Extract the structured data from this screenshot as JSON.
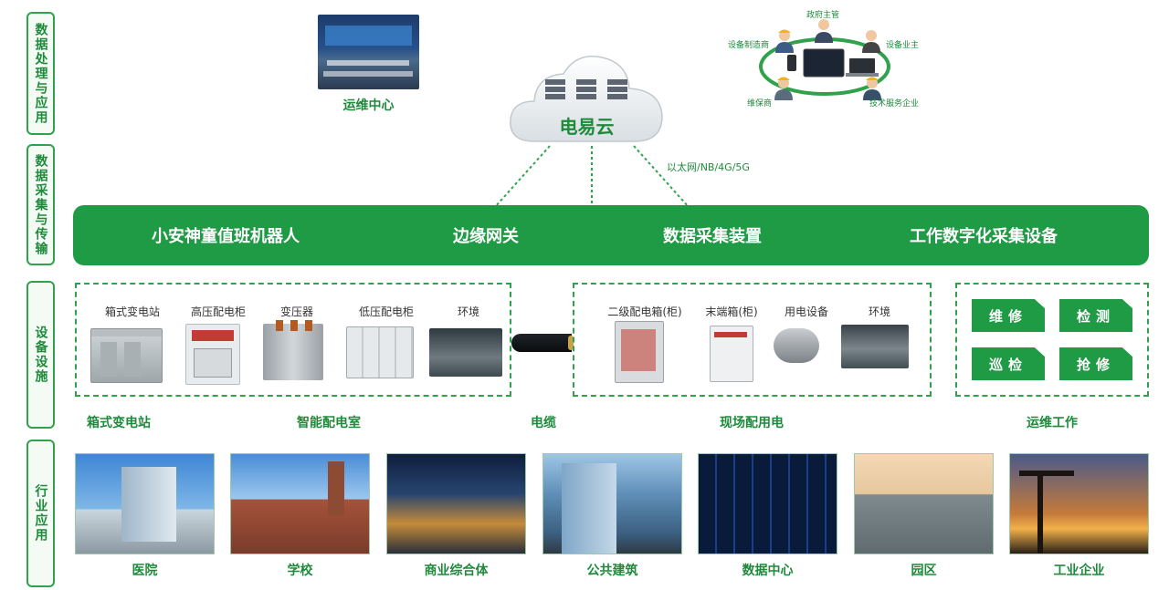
{
  "side_labels": [
    "数据处理与应用",
    "数据采集与传输",
    "设备设施",
    "行业应用"
  ],
  "top": {
    "ops_center": "运维中心",
    "cloud": "电易云",
    "network": "以太网/NB/4G/5G",
    "roles": {
      "gov": "政府主管",
      "maker": "设备制造商",
      "owner": "设备业主",
      "maint": "维保商",
      "tech": "技术服务企业"
    }
  },
  "band": [
    "小安神童值班机器人",
    "边缘网关",
    "数据采集装置",
    "工作数字化采集设备"
  ],
  "equipment_left": [
    "箱式变电站",
    "高压配电柜",
    "变压器",
    "低压配电柜",
    "环境"
  ],
  "equipment_right": [
    "二级配电箱(柜)",
    "末端箱(柜)",
    "用电设备",
    "环境"
  ],
  "work": [
    "维修",
    "检测",
    "巡检",
    "抢修"
  ],
  "groups": {
    "box_station": "箱式变电站",
    "smart_room": "智能配电室",
    "cable": "电缆",
    "site_power": "现场配用电",
    "ops_work": "运维工作"
  },
  "industries": [
    "医院",
    "学校",
    "商业综合体",
    "公共建筑",
    "数据中心",
    "园区",
    "工业企业"
  ],
  "colors": {
    "accent": "#1f9a45",
    "accent_dark": "#1f8a3c",
    "panel": "#f3fbf4"
  }
}
